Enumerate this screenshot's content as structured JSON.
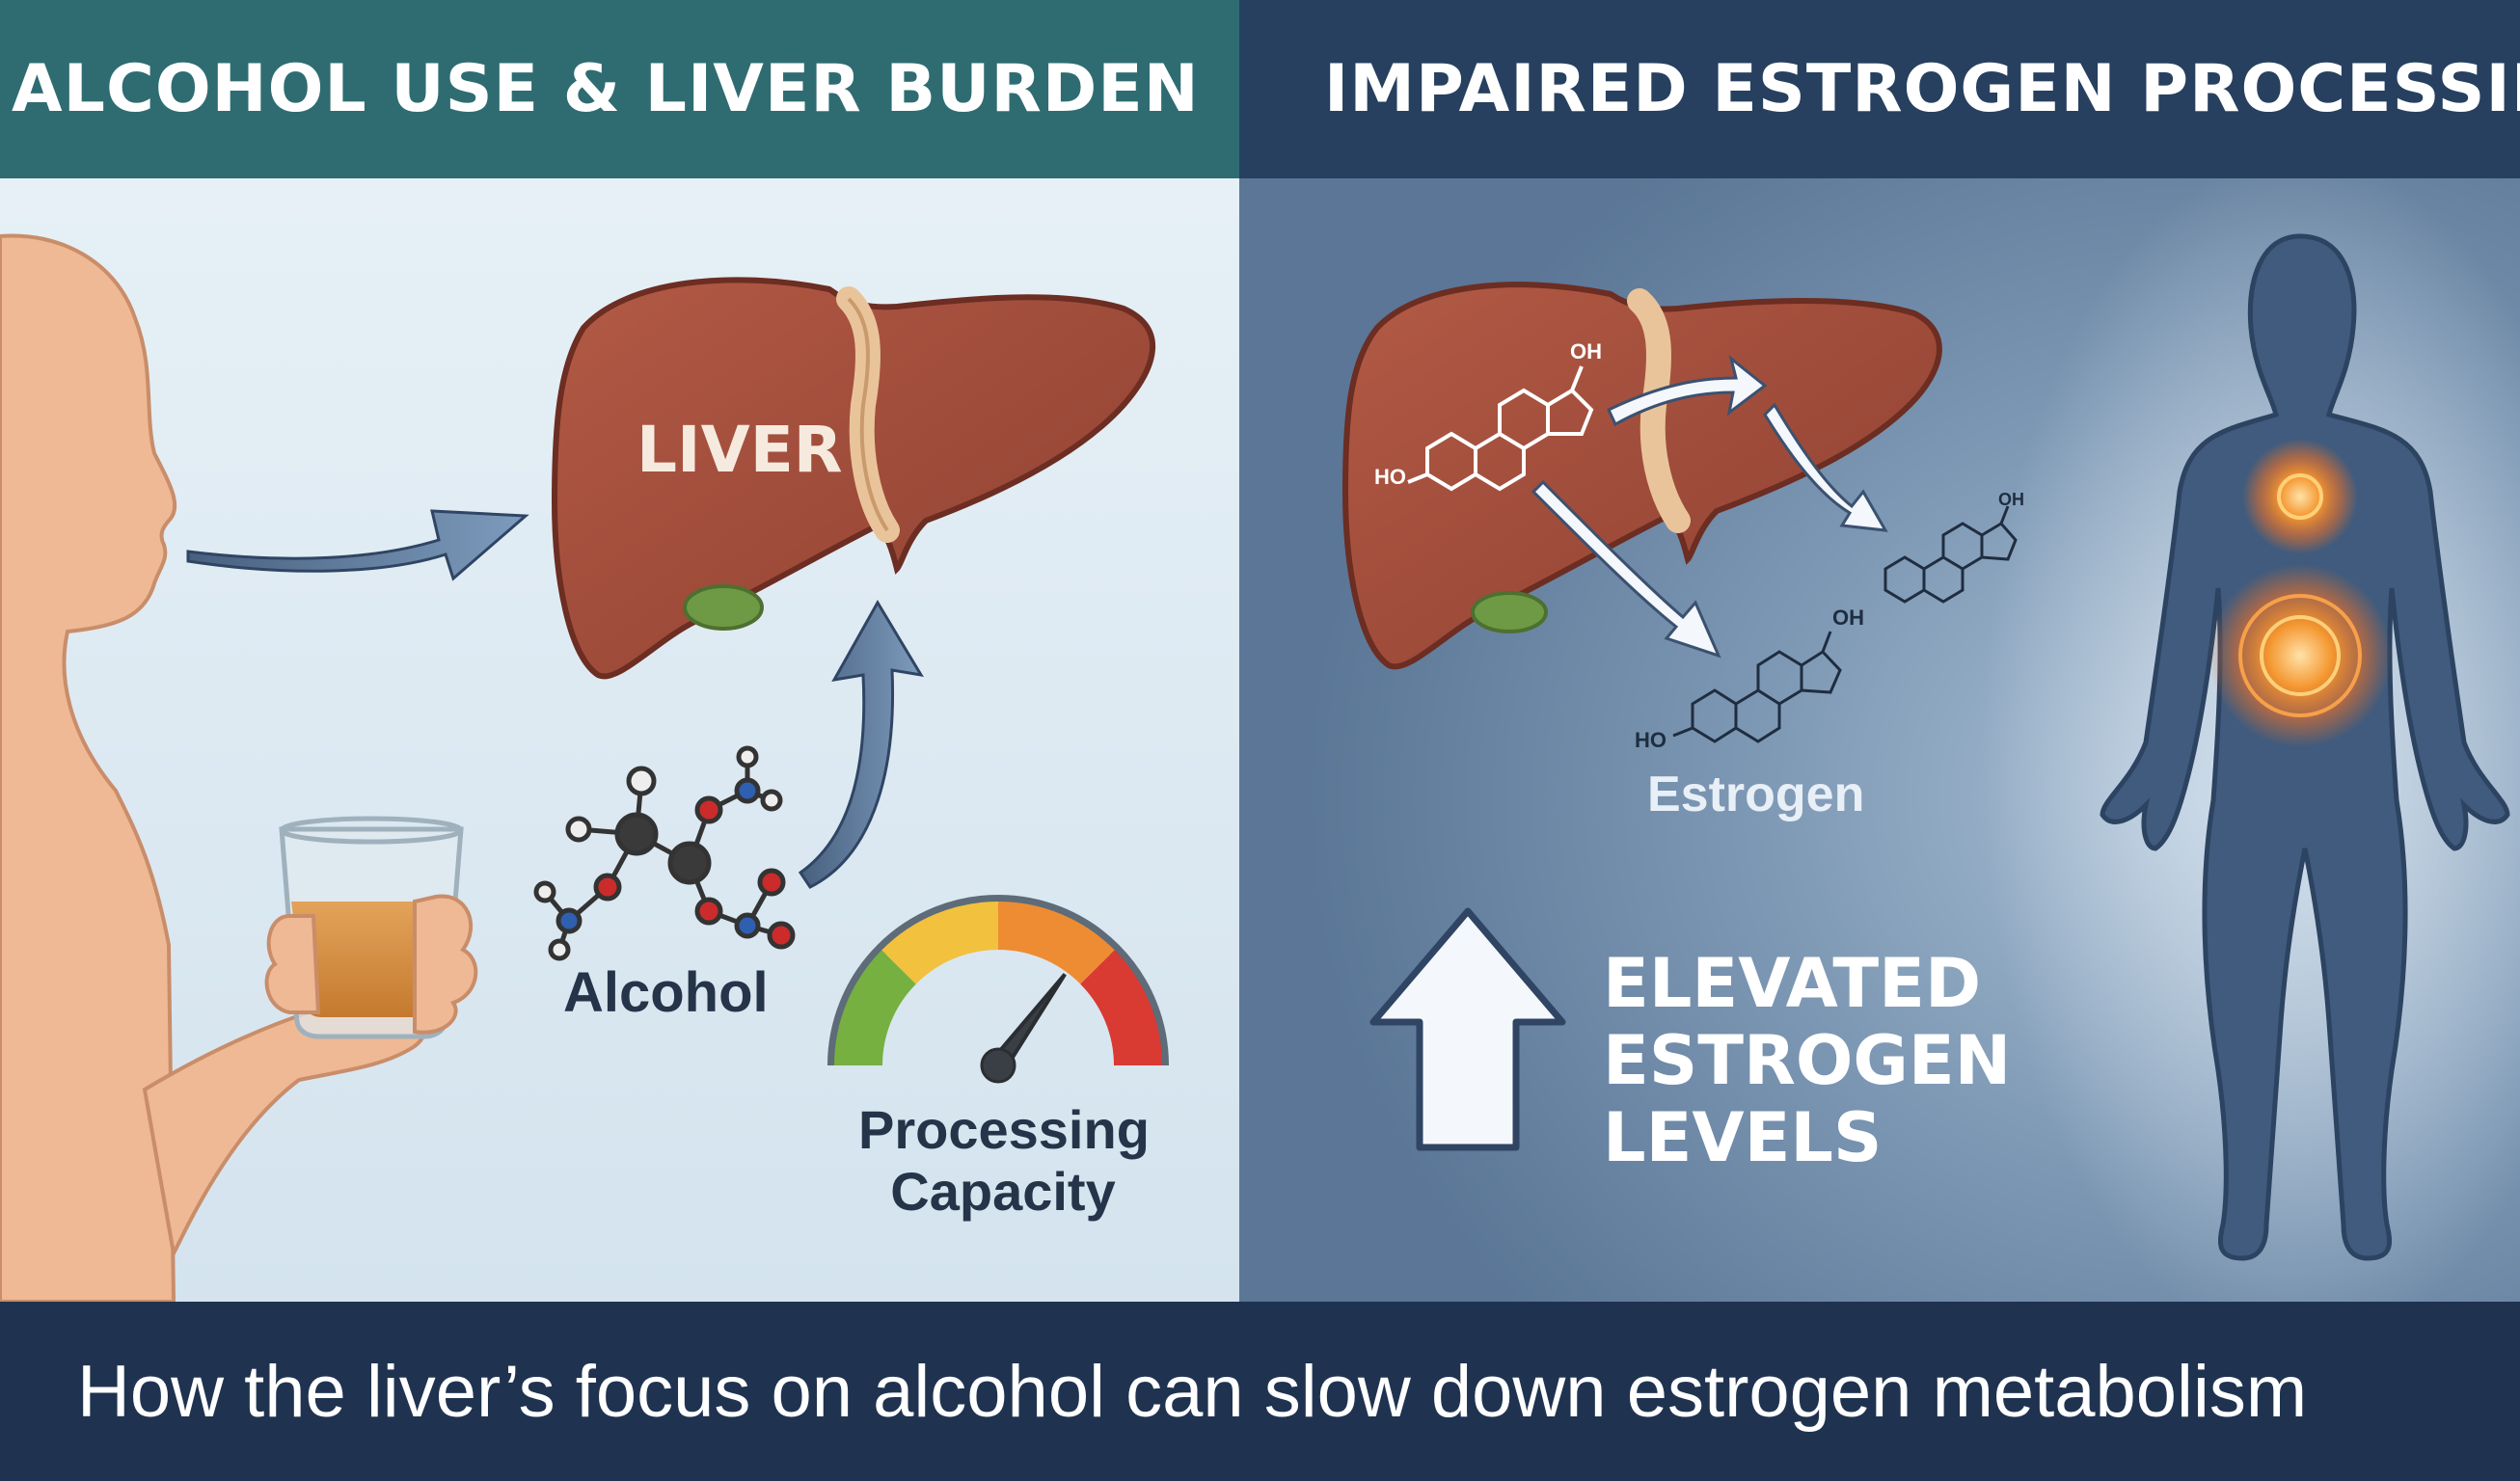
{
  "headers": {
    "left": "ALCOHOL USE & LIVER BURDEN",
    "right": "IMPAIRED ESTROGEN PROCESSING"
  },
  "labels": {
    "liver": "LIVER",
    "alcohol": "Alcohol",
    "processing_capacity": "Processing Capacity",
    "estrogen": "Estrogen",
    "elevated": "ELEVATED ESTROGEN LEVELS",
    "oh": "OH",
    "ho": "HO"
  },
  "gauge": {
    "level": 0.8
  },
  "caption": "How the liver’s focus on alcohol can slow down estrogen metabolism",
  "icons": [
    "person-silhouette-icon",
    "glass-icon",
    "liver-icon",
    "molecule-icon",
    "gauge-icon",
    "body-silhouette-icon",
    "up-arrow-icon",
    "sparkle-icon"
  ],
  "colors": {
    "left_header": "#2e6c72",
    "right_header": "#27405f",
    "footer": "#1f3350",
    "liver": "#a34e3c",
    "glow": "#f08a2c"
  }
}
